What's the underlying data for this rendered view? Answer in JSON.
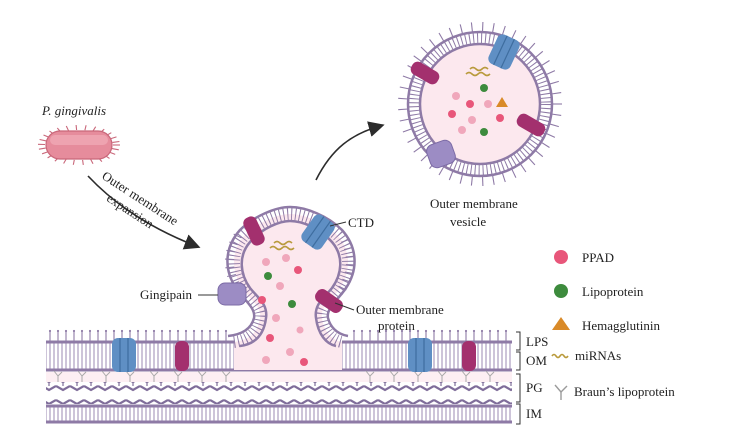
{
  "labels": {
    "species": "P. gingivalis",
    "expansion_line1": "Outer membrane",
    "expansion_line2": "expansion",
    "ctd": "CTD",
    "gingipain": "Gingipain",
    "omp_line1": "Outer membrane",
    "omp_line2": "protein",
    "vesicle_line1": "Outer membrane",
    "vesicle_line2": "vesicle"
  },
  "layers": [
    {
      "name": "LPS"
    },
    {
      "name": "OM"
    },
    {
      "name": "PG"
    },
    {
      "name": "IM"
    }
  ],
  "legend": [
    {
      "label": "PPAD",
      "symbol": "pink-circle-icon"
    },
    {
      "label": "Lipoprotein",
      "symbol": "green-circle-icon"
    },
    {
      "label": "Hemagglutinin",
      "symbol": "orange-triangle-icon"
    },
    {
      "label": "miRNAs",
      "symbol": "wavy-line-icon"
    },
    {
      "label": "Braun’s lipoprotein",
      "symbol": "y-shape-icon"
    }
  ],
  "colors": {
    "membrane": "#8e7aa6",
    "membrane_dark": "#6d5a86",
    "lumen": "#fce8ee",
    "periplasm_fill": "#fdeff3",
    "ppad": "#e8567a",
    "lipoprotein": "#3d8b3d",
    "hemagglutinin": "#d98a28",
    "mirna": "#b99a3c",
    "blue_protein": "#5f8fc4",
    "magenta_protein": "#a3306e",
    "gingipain": "#9c8cc4",
    "bacterium": "#e68c9c"
  }
}
